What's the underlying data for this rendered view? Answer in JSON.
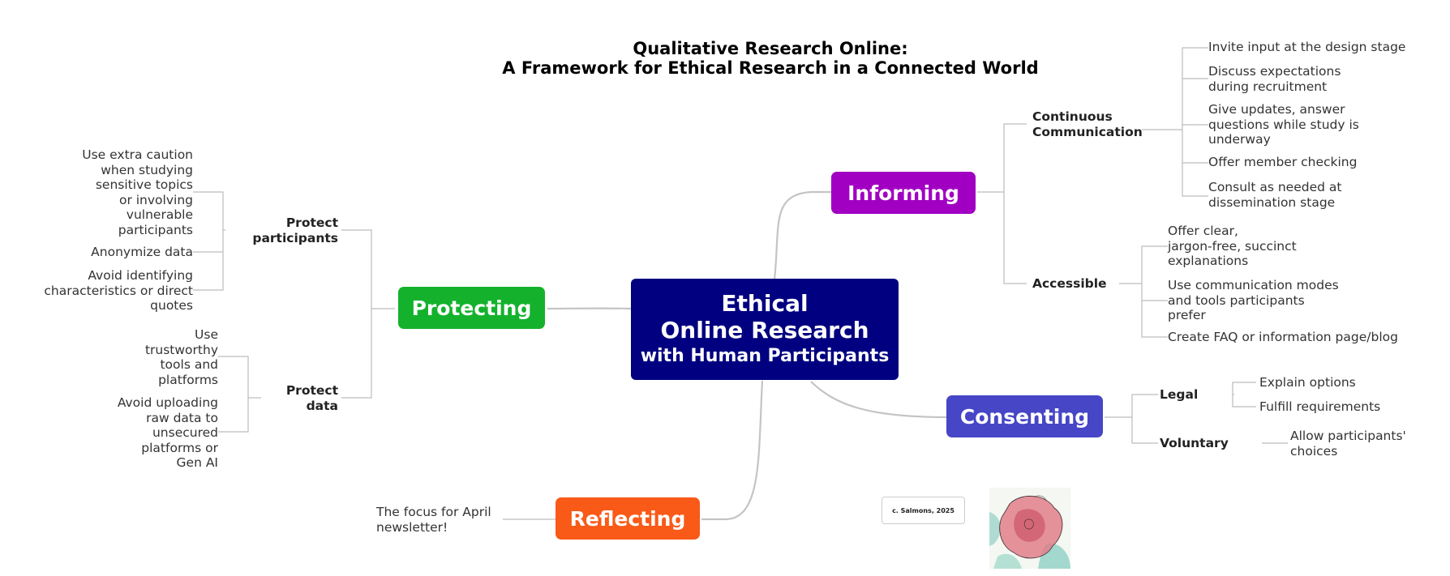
{
  "title": {
    "line1": "Qualitative Research Online:",
    "line2": "A Framework for Ethical Research in a Connected World"
  },
  "central": {
    "line1": "Ethical",
    "line2": "Online Research",
    "line3": "with Human Participants",
    "color": "#000080"
  },
  "branches": {
    "informing": {
      "label": "Informing",
      "color": "#a100c2",
      "continuous": {
        "label": [
          "Continuous",
          "Communication"
        ],
        "items": [
          [
            "Invite input at the design stage"
          ],
          [
            "Discuss expectations",
            "during recruitment"
          ],
          [
            "Give updates, answer",
            "questions while study is",
            "underway"
          ],
          [
            "Offer member checking"
          ],
          [
            "Consult as needed at",
            "dissemination stage"
          ]
        ]
      },
      "accessible": {
        "label": "Accessible",
        "items": [
          [
            "Offer clear,",
            "jargon-free, succinct",
            "explanations"
          ],
          [
            "Use communication modes",
            "and tools participants",
            "prefer"
          ],
          [
            "Create FAQ or information page/blog"
          ]
        ]
      }
    },
    "consenting": {
      "label": "Consenting",
      "color": "#4646c6",
      "legal": {
        "label": "Legal",
        "items": [
          "Explain options",
          "Fulfill requirements"
        ]
      },
      "voluntary": {
        "label": "Voluntary",
        "items": [
          [
            "Allow participants'",
            "choices"
          ]
        ]
      }
    },
    "protecting": {
      "label": "Protecting",
      "color": "#14b22c",
      "participants": {
        "label": [
          "Protect",
          "participants"
        ],
        "items": [
          [
            "Use extra caution",
            "when studying",
            "sensitive topics",
            "or involving",
            "vulnerable",
            "participants"
          ],
          [
            "Anonymize data"
          ],
          [
            "Avoid identifying",
            "characteristics or direct",
            "quotes"
          ]
        ]
      },
      "data": {
        "label": [
          "Protect",
          "data"
        ],
        "items": [
          [
            "Use",
            "trustworthy",
            "tools and",
            "platforms"
          ],
          [
            "Avoid uploading",
            "raw data to",
            "unsecured",
            "platforms or",
            "Gen AI"
          ]
        ]
      }
    },
    "reflecting": {
      "label": "Reflecting",
      "color": "#f95a18",
      "items": [
        [
          "The focus for April",
          "newsletter!"
        ]
      ]
    }
  },
  "credit": "c. Salmons, 2025",
  "line_color": "#b8b8b8"
}
